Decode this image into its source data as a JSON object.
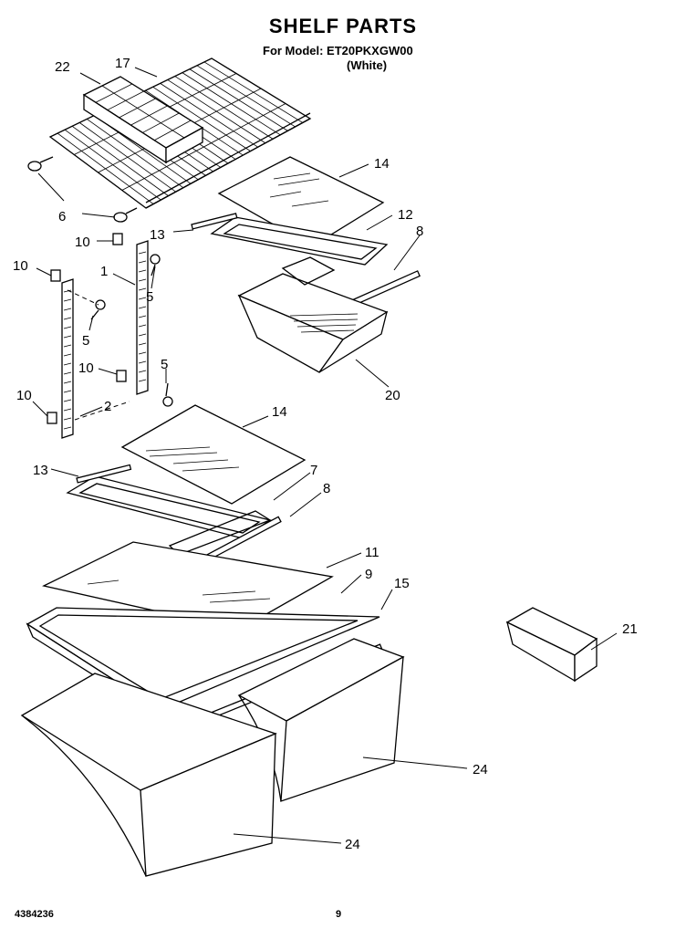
{
  "header": {
    "title": "SHELF PARTS",
    "model": "For Model: ET20PKXGW00",
    "color": "(White)"
  },
  "footer": {
    "doc_number": "4384236",
    "page_number": "9"
  },
  "callouts": {
    "c22": "22",
    "c17": "17",
    "c6": "6",
    "c14a": "14",
    "c12": "12",
    "c13a": "13",
    "c8a": "8",
    "c10a": "10",
    "c1": "1",
    "c5a": "5",
    "c10b": "10",
    "c5b": "5",
    "c20": "20",
    "c10c": "10",
    "c5c": "5",
    "c10d": "10",
    "c2": "2",
    "c14b": "14",
    "c13b": "13",
    "c7": "7",
    "c8b": "8",
    "c11": "11",
    "c9": "9",
    "c15": "15",
    "c21": "21",
    "c24a": "24",
    "c24b": "24"
  }
}
